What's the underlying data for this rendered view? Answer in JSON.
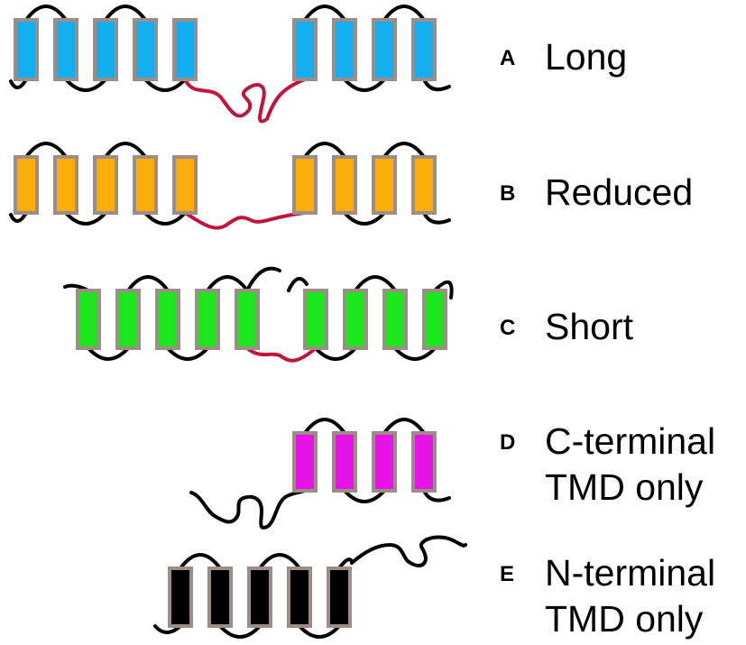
{
  "diagram": {
    "colors": {
      "outline": "#9c8e87",
      "linker": "#c0143c",
      "loop": "#000000"
    },
    "rows": [
      {
        "letter": "A",
        "name_lines": [
          "Long"
        ],
        "tmd_color": "#12aef0",
        "linker": "long"
      },
      {
        "letter": "B",
        "name_lines": [
          "Reduced"
        ],
        "tmd_color": "#f9ad09",
        "linker": "reduced"
      },
      {
        "letter": "C",
        "name_lines": [
          "Short"
        ],
        "tmd_color": "#1ee61e",
        "linker": "short"
      },
      {
        "letter": "D",
        "name_lines": [
          "C-terminal",
          "TMD only"
        ],
        "tmd_color": "#e614e6",
        "linker": "none"
      },
      {
        "letter": "E",
        "name_lines": [
          "N-terminal",
          "TMD only"
        ],
        "tmd_color": "#000000",
        "linker": "none"
      }
    ]
  }
}
